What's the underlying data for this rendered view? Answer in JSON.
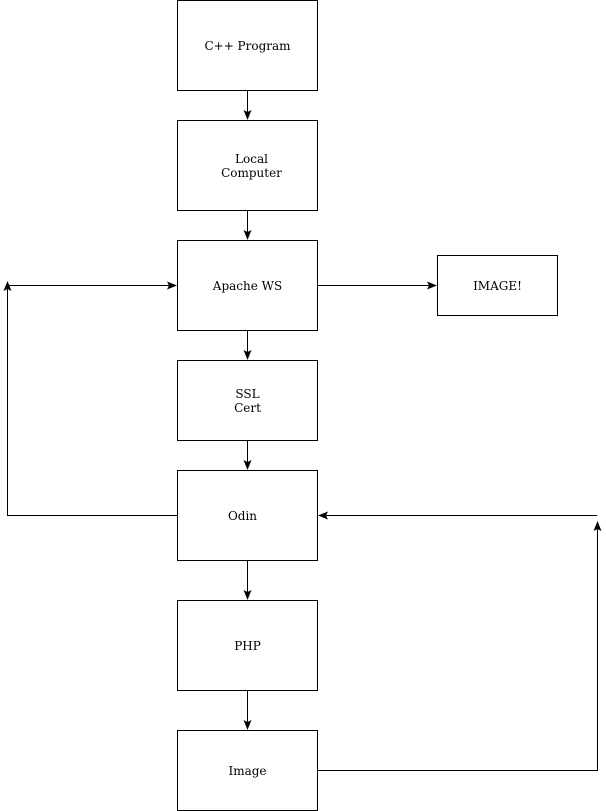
{
  "nodes": {
    "cpp_program": "C++ Program",
    "local_computer": "Local\nComputer",
    "apache_ws": "Apache WS",
    "image_exclaim": "IMAGE!",
    "ssl_cert": "SSL\nCert",
    "odin": "Odin",
    "php": "PHP",
    "image": "Image"
  },
  "colors": {
    "stroke": "#000000",
    "fill": "#ffffff"
  }
}
